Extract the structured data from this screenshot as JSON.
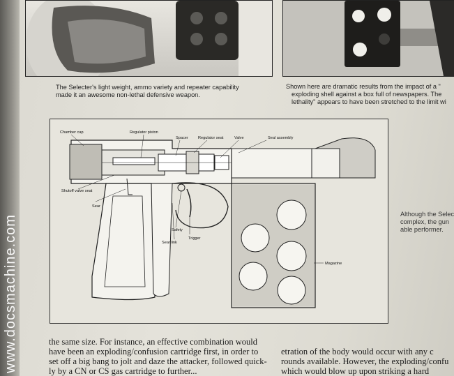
{
  "watermark": "www.docsmachine.com",
  "captions": {
    "left": [
      "The Selecter's light weight, ammo variety and repeater capability",
      "made it an awesome non-lethal defensive weapon."
    ],
    "right": [
      "Shown here are dramatic results from the impact of a \"",
      "exploding shell against a box full of newspapers. The",
      "lethality\" appears to have been stretched to the limit wi"
    ],
    "side": [
      "Although the Selec",
      "complex, the gun",
      "able performer."
    ]
  },
  "diagram_labels": {
    "chamber_cap": "Chamber cap",
    "regulator_piston": "Regulator piston",
    "spacer": "Spacer",
    "regulator_seat": "Regulator seat",
    "valve": "Valve",
    "seal_assembly": "Seal assembly",
    "shutoff_valve_seat": "Shutoff valve seat",
    "sear": "Sear",
    "safety": "Safety",
    "trigger": "Trigger",
    "sear_link": "Sear link",
    "magazine": "Magazine"
  },
  "body": {
    "left": [
      "the same size. For instance, an effective combination would",
      "have been an exploding/confusion cartridge first, in order to",
      "set off a big bang to jolt and daze the attacker, followed quick-",
      "ly by a CN or CS gas cartridge to further..."
    ],
    "right": [
      "etration of the body would occur with any c",
      "rounds available. However, the exploding/confu",
      "which would blow up upon striking a hard"
    ]
  }
}
